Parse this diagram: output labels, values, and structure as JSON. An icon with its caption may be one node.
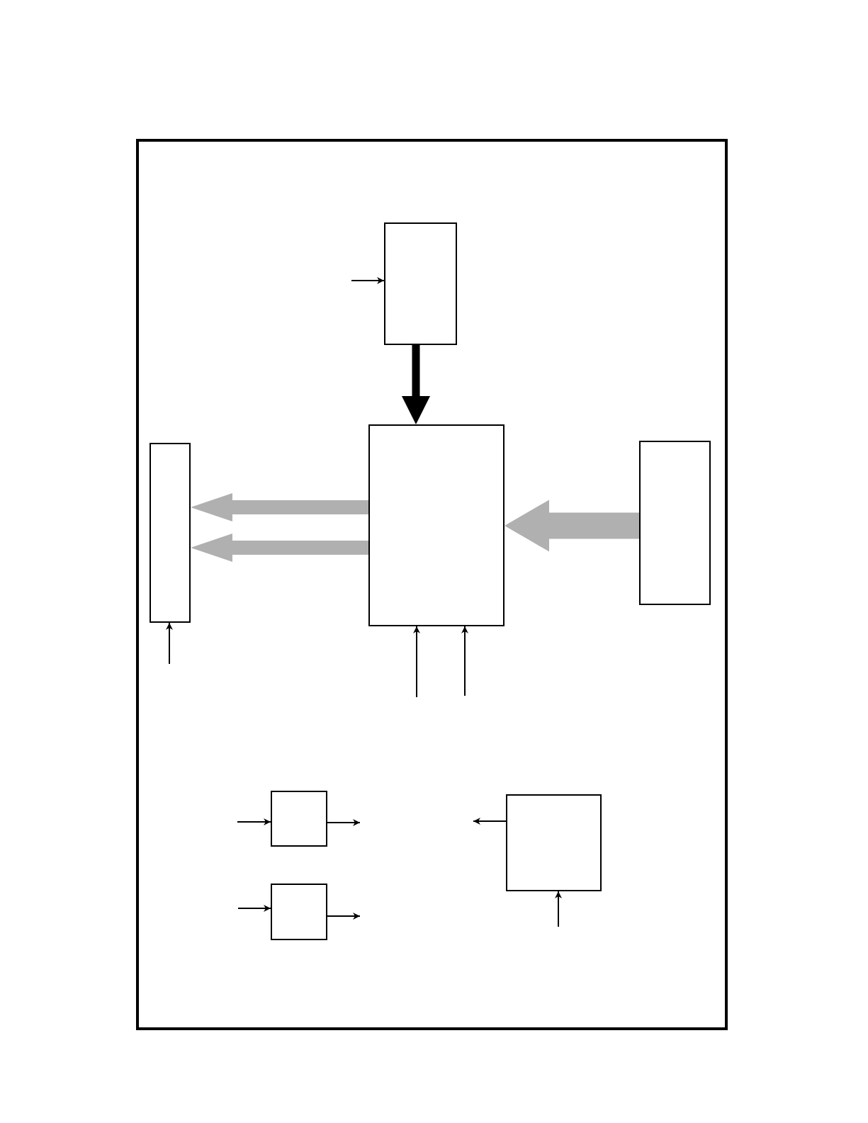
{
  "diagram": {
    "nodes": [
      {
        "text": [],
        "shape": "box"
      },
      {
        "text": [],
        "shape": "box",
        "in": 0
      },
      {
        "text": [],
        "shape": "box",
        "in": 0
      },
      {
        "text": [],
        "shape": "box",
        "in": 0
      },
      {
        "text": [],
        "shape": "box",
        "in": 0
      },
      {
        "text": [],
        "shape": "box",
        "in": 0
      },
      {
        "text": [],
        "shape": "box",
        "in": 0
      },
      {
        "text": [],
        "shape": "box",
        "in": 0
      }
    ],
    "edges": [
      {
        "from": null,
        "to": 1,
        "arrow": "to"
      },
      {
        "from": 1,
        "to": 3,
        "arrow": "to",
        "style": "thick"
      },
      {
        "from": 3,
        "to": 2,
        "arrow": "to",
        "style": "thick",
        "color": "#b0b0b0"
      },
      {
        "from": 3,
        "to": 2,
        "arrow": "to",
        "style": "thick",
        "color": "#b0b0b0"
      },
      {
        "from": 4,
        "to": 3,
        "arrow": "to",
        "style": "thick",
        "color": "#b0b0b0"
      },
      {
        "from": null,
        "to": 2,
        "arrow": "to"
      },
      {
        "from": null,
        "to": 3,
        "arrow": "to"
      },
      {
        "from": null,
        "to": 3,
        "arrow": "to"
      },
      {
        "from": null,
        "to": 5,
        "arrow": "to"
      },
      {
        "from": 5,
        "to": null,
        "arrow": "to"
      },
      {
        "from": null,
        "to": 6,
        "arrow": "to"
      },
      {
        "from": 6,
        "to": null,
        "arrow": "to"
      },
      {
        "from": 7,
        "to": null,
        "arrow": "to"
      },
      {
        "from": null,
        "to": 7,
        "arrow": "to"
      }
    ]
  }
}
